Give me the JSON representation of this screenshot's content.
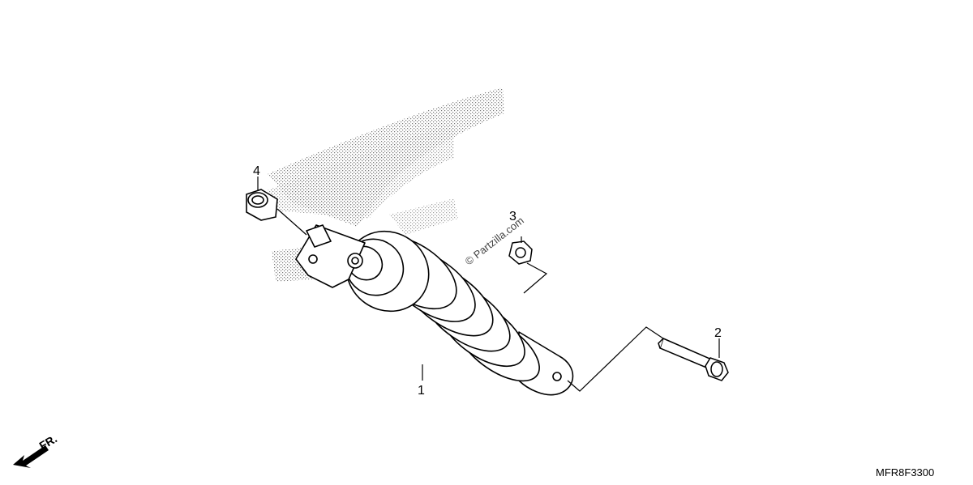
{
  "diagram": {
    "callouts": {
      "part1": "1",
      "part2": "2",
      "part3": "3",
      "part4": "4"
    },
    "watermark": "© Partzilla.com",
    "direction_label": "FR.",
    "diagram_code": "MFR8F3300"
  }
}
